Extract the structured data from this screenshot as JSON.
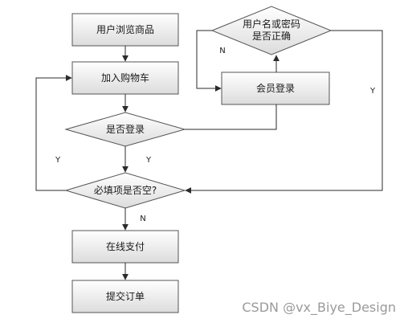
{
  "diagram": {
    "nodes": {
      "browse": "用户浏览商品",
      "cart": "加入购物车",
      "is_logged_in": "是否登录",
      "required_empty": "必填项是否空?",
      "pay": "在线支付",
      "submit": "提交订单",
      "member_login": "会员登录",
      "credentials_line1": "用户名或密码",
      "credentials_line2": "是否正确"
    },
    "edge_labels": {
      "loop_y": "Y",
      "logged_in_y": "Y",
      "required_n": "N",
      "credentials_n": "N",
      "credentials_y": "Y"
    }
  },
  "watermark": "CSDN @vx_Biye_Design",
  "colors": {
    "box_fill_top": "#ffffff",
    "box_fill_bottom": "#dcdcdc",
    "stroke": "#555555",
    "arrow": "#2b2b2b",
    "watermark": "#9a9a9a"
  }
}
